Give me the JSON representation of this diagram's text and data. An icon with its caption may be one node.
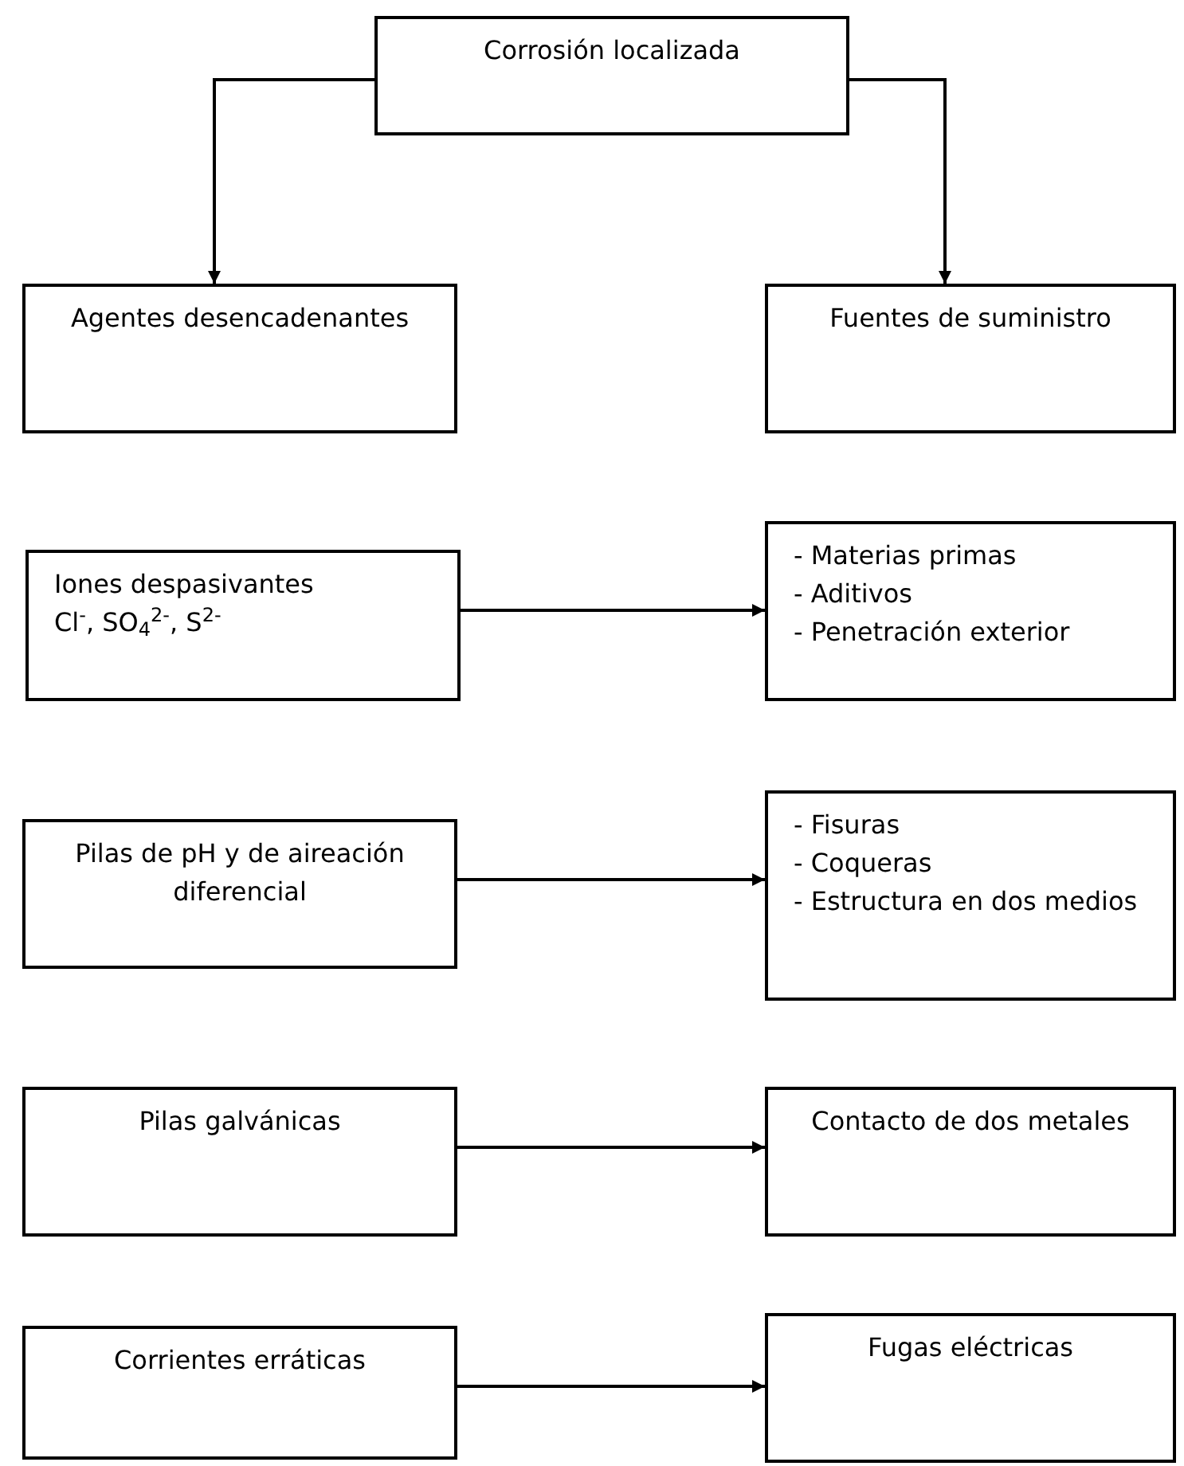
{
  "diagram": {
    "nodes": [
      {
        "text": [
          "Corrosión localizada"
        ]
      },
      {
        "text": [
          "Agentes desencadenantes"
        ]
      },
      {
        "text": [
          "Fuentes de suministro"
        ]
      },
      {
        "text": [
          "Iones despasivantes",
          "Cl$^{-}$, SO$_{4}$$^{2-}$, S$^{2-}$"
        ]
      },
      {
        "text": [
          "- Materias primas",
          "- Aditivos",
          "- Penetración exterior"
        ]
      },
      {
        "text": [
          "Pilas de pH y de aireación diferencial"
        ]
      },
      {
        "text": [
          "- Fisuras",
          "- Coqueras",
          "- Estructura en dos medios"
        ]
      },
      {
        "text": [
          "Pilas galvánicas"
        ]
      },
      {
        "text": [
          "Contacto de dos metales"
        ]
      },
      {
        "text": [
          "Corrientes erráticas"
        ]
      },
      {
        "text": [
          "Fugas eléctricas"
        ]
      }
    ],
    "edges": [
      {
        "from": 0,
        "to": 1,
        "arrow": "to"
      },
      {
        "from": 0,
        "to": 2,
        "arrow": "to"
      },
      {
        "from": 3,
        "to": 4,
        "arrow": "to"
      },
      {
        "from": 5,
        "to": 6,
        "arrow": "to"
      },
      {
        "from": 7,
        "to": 8,
        "arrow": "to"
      },
      {
        "from": 9,
        "to": 10,
        "arrow": "to"
      }
    ]
  }
}
